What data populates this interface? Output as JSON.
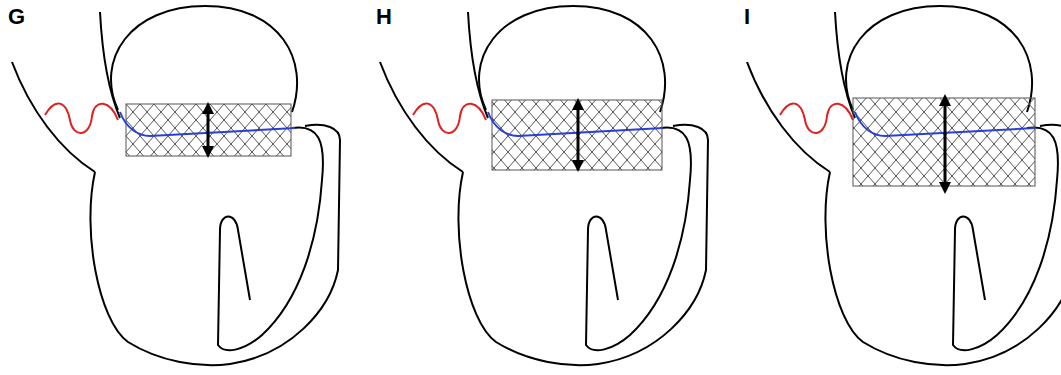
{
  "diagram": {
    "labels": [
      "G",
      "H",
      "I"
    ]
  }
}
